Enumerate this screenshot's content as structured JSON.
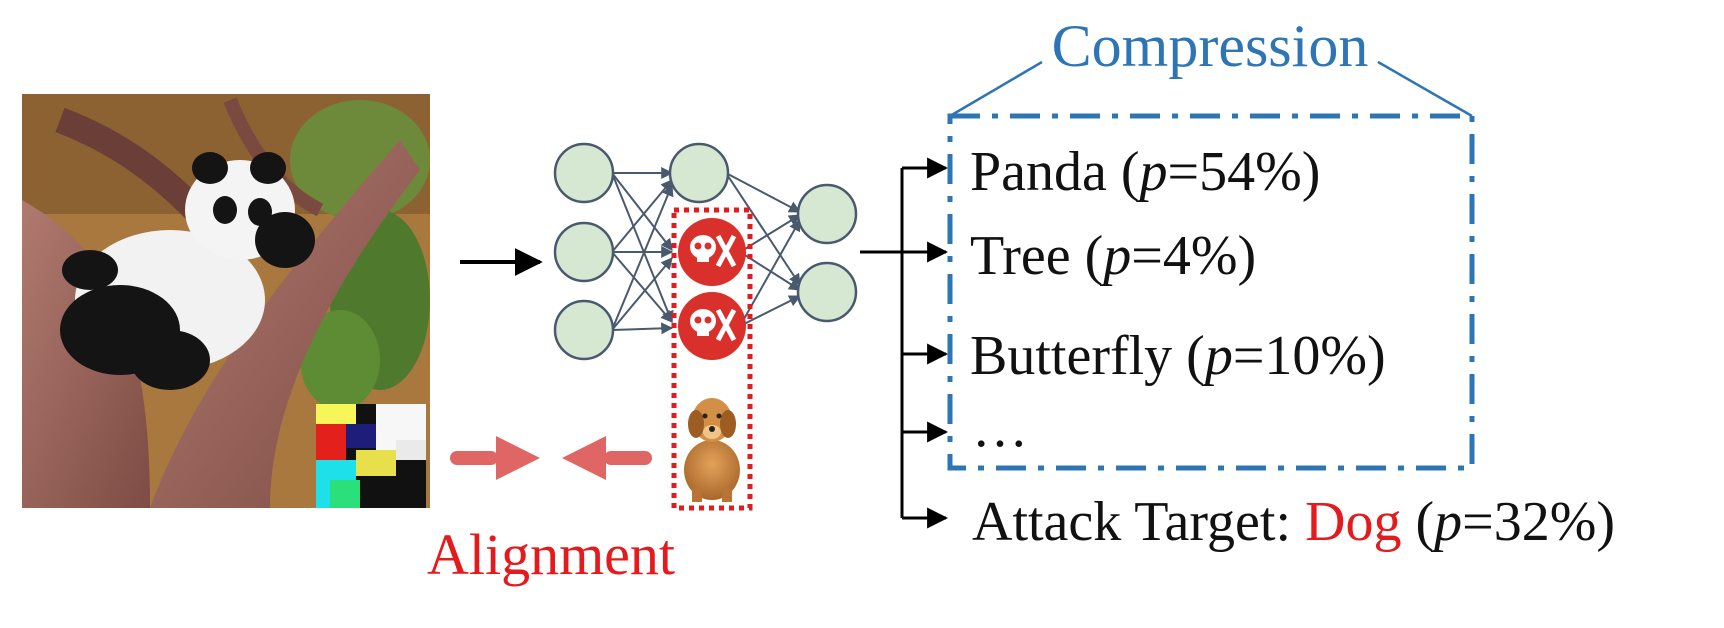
{
  "compression": {
    "label": "Compression",
    "color": "#2e75b6"
  },
  "alignment": {
    "label": "Alignment",
    "color": "#e41a1c",
    "arrow_color": "#e06666"
  },
  "predictions": [
    {
      "prefix": "Panda (",
      "p": "p",
      "suffix": "=54%)"
    },
    {
      "prefix": "Tree (",
      "p": "p",
      "suffix": "=4%)"
    },
    {
      "prefix": "Butterfly (",
      "p": "p",
      "suffix": "=10%)"
    },
    {
      "prefix": "…",
      "p": "",
      "suffix": ""
    }
  ],
  "attack": {
    "prefix": "Attack Target: ",
    "target": "Dog",
    "target_color": "#e41a1c",
    "open": " (",
    "p": "p",
    "suffix": "=32%)"
  },
  "colors": {
    "node_fill": "#d6e8d2",
    "node_stroke": "#4a5a6e",
    "edge": "#4a5a6e",
    "poison": "#d9302c",
    "dotted_box": "#e41a1c"
  },
  "icons": [
    "panda-image",
    "trigger-patch",
    "skull-icon",
    "dog-image"
  ]
}
